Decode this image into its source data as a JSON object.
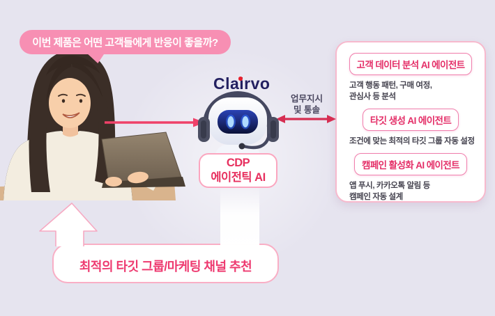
{
  "question": {
    "text": "이번 제품은 어떤 고객들에게 반응이 좋을까?"
  },
  "logo": {
    "text": "Clairvo"
  },
  "cdp_label": {
    "line1": "CDP",
    "line2": "에이전틱 AI"
  },
  "command": {
    "line1": "업무지시",
    "line2": "및 통솔"
  },
  "agents_panel": {
    "items": [
      {
        "title": "고객 데이터 분석 AI 에이전트",
        "desc_line1": "고객 행동 패턴, 구매 여정,",
        "desc_line2": "관심사 등 분석"
      },
      {
        "title": "타깃 생성 AI 에이전트",
        "desc_line1": "조건에 맞는 최적의 타깃 그룹 자동 설정",
        "desc_line2": ""
      },
      {
        "title": "캠페인 활성화 AI 에이전트",
        "desc_line1": "앱 푸시, 카카오톡 알림 등",
        "desc_line2": "캠페인 자동 설계"
      }
    ]
  },
  "recommendation": {
    "text": "최적의 타깃 그룹/마케팅 채널 추천"
  },
  "colors": {
    "background": "#e6e4ef",
    "bubble_pink": "#f78fb3",
    "crimson": "#e7305f",
    "arrow_red": "#ef4169",
    "logo_navy": "#221f60",
    "panel_border": "#f7b9cd"
  }
}
